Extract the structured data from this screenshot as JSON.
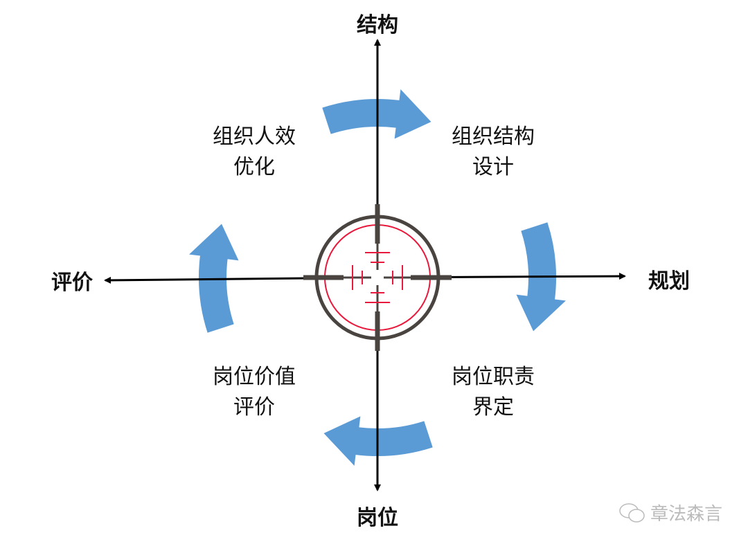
{
  "axes": {
    "top": "结构",
    "bottom": "岗位",
    "left": "评价",
    "right": "规划"
  },
  "quadrants": {
    "top_left": [
      "组织人效",
      "优化"
    ],
    "top_right": [
      "组织结构",
      "设计"
    ],
    "bottom_right": [
      "岗位职责",
      "界定"
    ],
    "bottom_left": [
      "岗位价值",
      "评价"
    ]
  },
  "watermark": "章法森言",
  "colors": {
    "arrow": "#5b9bd5",
    "ring": "#4a4440",
    "reticle": "#e8193c",
    "axis": "#000000"
  }
}
